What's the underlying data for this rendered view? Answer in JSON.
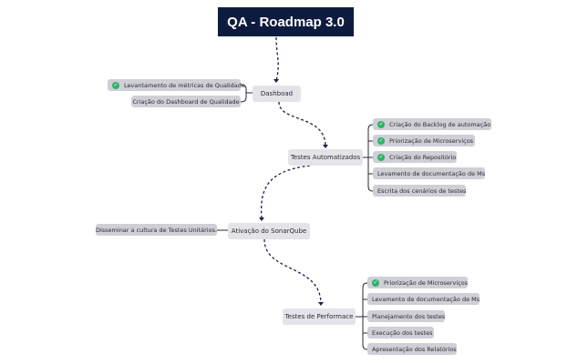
{
  "title": "QA - Roadmap 3.0",
  "colors": {
    "title_bg": "#0d1b3e",
    "node_bg": "#e4e4e8",
    "leaf_bg": "#cfcfd6",
    "check": "#2fb26b",
    "connector": "#1c1f45"
  },
  "nodes": {
    "dashboard": {
      "label": "Dashboad",
      "items": [
        {
          "label": "Levantamento de métricas de Qualidade",
          "done": true
        },
        {
          "label": "Criação do Dashboard de Qualidade",
          "done": false
        }
      ]
    },
    "testes_automatizados": {
      "label": "Testes Automatizados",
      "items": [
        {
          "label": "Criação do Backlog de automação",
          "done": true
        },
        {
          "label": "Priorização de Microserviços",
          "done": true
        },
        {
          "label": "Criação do Repositório",
          "done": true
        },
        {
          "label": "Levamento de documentação de Ms",
          "done": false
        },
        {
          "label": "Escrita dos cenários de testes",
          "done": false
        }
      ]
    },
    "sonarqube": {
      "label": "Ativação do SonarQube",
      "items": [
        {
          "label": "Disseminar a cultura de Testes Unitários.",
          "done": false
        }
      ]
    },
    "performance": {
      "label": "Testes de Performace",
      "items": [
        {
          "label": "Priorização de Microserviços",
          "done": true
        },
        {
          "label": "Levamento de documentação de Ms",
          "done": false
        },
        {
          "label": "Planejamento dos testes",
          "done": false
        },
        {
          "label": "Execução dos testes",
          "done": false
        },
        {
          "label": "Apresentação dos Relatórios",
          "done": false
        }
      ]
    }
  }
}
